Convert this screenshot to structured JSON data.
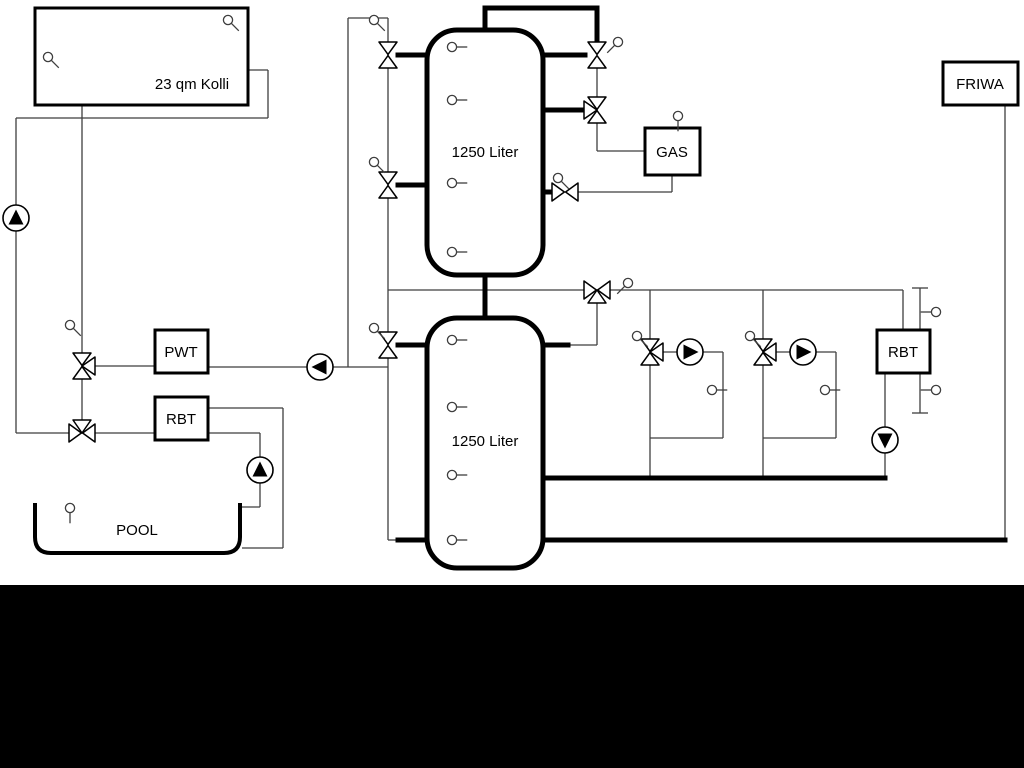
{
  "labels": {
    "collector": "23 qm Kolli",
    "buffer_tank_top": "1250 Liter",
    "buffer_tank_bottom": "1250 Liter",
    "gas": "GAS",
    "friwa": "FRIWA",
    "pwt": "PWT",
    "rbt_pool": "RBT",
    "rbt_right": "RBT",
    "pool": "POOL"
  },
  "colors": {
    "background": "#ffffff",
    "thin_line": "#3f3f3f",
    "thick_pipe": "#000000",
    "component_fill": "#ffffff",
    "bottom_bar": "#000000"
  },
  "icons": {
    "pump": "circle with solid triangle showing flow direction",
    "valve": "bowtie of two hollow triangles",
    "three_way_valve": "bowtie with third hollow triangle",
    "sensor": "small circle with stem"
  }
}
